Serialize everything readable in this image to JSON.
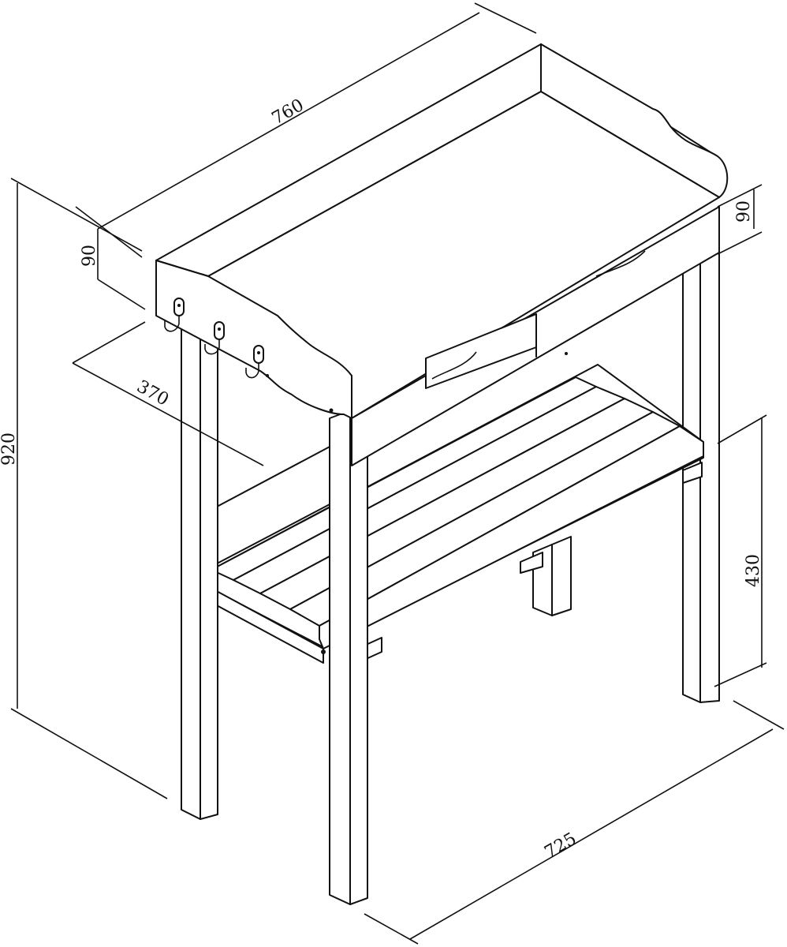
{
  "diagram": {
    "subject": "potting bench with hooks, drawer and slatted lower shelf",
    "units": "mm",
    "dimensions": {
      "width": "760",
      "depth_top": "370",
      "height_total": "920",
      "backboard_left": "90",
      "backboard_right": "90",
      "shelf_height": "430",
      "base_width": "725"
    },
    "features": {
      "hooks_count": 3,
      "shelf_slats": 5
    }
  }
}
